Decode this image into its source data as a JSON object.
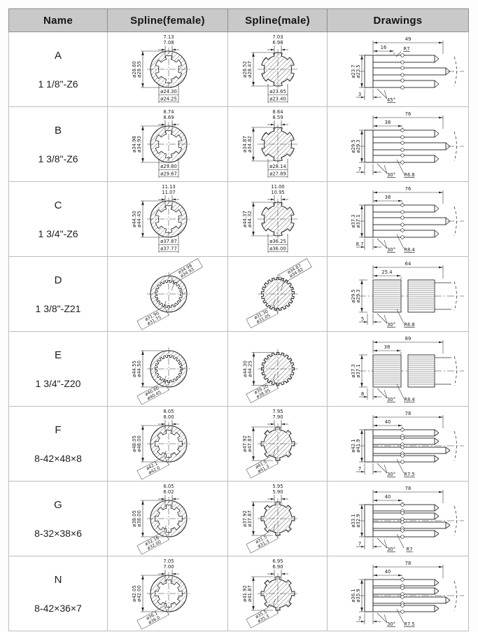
{
  "table": {
    "headers": [
      {
        "label": "Name"
      },
      {
        "label": "Spline(female)"
      },
      {
        "label": "Spline(male)"
      },
      {
        "label": "Drawings"
      }
    ],
    "rows": [
      {
        "name": "A",
        "size": "1 1/8\"-Z6",
        "spline_type": "z6",
        "teeth": 6,
        "female": {
          "width_dim": [
            "7.13",
            "7.08"
          ],
          "outer_dia": [
            "ø28.60",
            "ø28.55"
          ],
          "outer_style": "vertical",
          "inner_dia": [
            "ø24.30",
            "ø24.25"
          ],
          "inner_style": "boxed"
        },
        "male": {
          "width_dim": [
            "7.03",
            "6.98"
          ],
          "outer_dia": [
            "ø28.52",
            "ø28.47"
          ],
          "outer_style": "vertical",
          "inner_dia": [
            "ø23.65",
            "ø23.40"
          ],
          "inner_style": "boxed"
        },
        "drawing": {
          "overall_len": "49",
          "spline_len": "16",
          "dia": [
            "ø23.7",
            "ø23.5"
          ],
          "end_dim": "3",
          "angle": "45°",
          "radius": "R7",
          "radius_pos": "top",
          "style": "coarse"
        }
      },
      {
        "name": "B",
        "size": "1 3/8\"-Z6",
        "spline_type": "z6",
        "teeth": 6,
        "female": {
          "width_dim": [
            "8.74",
            "8.69"
          ],
          "outer_dia": [
            "ø34.98",
            "ø34.93"
          ],
          "outer_style": "vertical",
          "inner_dia": [
            "ø29.80",
            "ø29.67"
          ],
          "inner_style": "boxed"
        },
        "male": {
          "width_dim": [
            "8.64",
            "8.59"
          ],
          "outer_dia": [
            "ø34.87",
            "ø34.82"
          ],
          "outer_style": "vertical",
          "inner_dia": [
            "ø28.14",
            "ø27.89"
          ],
          "inner_style": "boxed"
        },
        "drawing": {
          "overall_len": "76",
          "spline_len": "38",
          "dia": [
            "ø29.5",
            "ø29.3"
          ],
          "end_dim": "7",
          "angle": "30°",
          "radius": "R6.8",
          "radius_pos": "bottom",
          "style": "coarse"
        }
      },
      {
        "name": "C",
        "size": "1 3/4\"-Z6",
        "spline_type": "z6",
        "teeth": 6,
        "female": {
          "width_dim": [
            "11.13",
            "11.07"
          ],
          "outer_dia": [
            "ø44.50",
            "ø44.45"
          ],
          "outer_style": "vertical",
          "inner_dia": [
            "ø37.87",
            "ø37.77"
          ],
          "inner_style": "boxed"
        },
        "male": {
          "width_dim": [
            "11.00",
            "10.95"
          ],
          "outer_dia": [
            "ø44.37",
            "ø44.32"
          ],
          "outer_style": "vertical",
          "inner_dia": [
            "ø36.25",
            "ø36.00"
          ],
          "inner_style": "boxed"
        },
        "drawing": {
          "overall_len": "76",
          "spline_len": "38",
          "dia": [
            "ø37.3",
            "ø37.1"
          ],
          "end_dim": "8.7",
          "angle": "30°",
          "radius": "R8.4",
          "radius_pos": "bottom",
          "style": "coarse"
        }
      },
      {
        "name": "D",
        "size": "1 3/8\"-Z21",
        "spline_type": "fine",
        "teeth": 21,
        "female": {
          "width_dim": null,
          "outer_dia": [
            "ø34.98",
            "ø34.93"
          ],
          "outer_style": "diagonal",
          "inner_dia": [
            "ø31.90",
            "ø31.75"
          ],
          "inner_style": "diagonal"
        },
        "male": {
          "width_dim": null,
          "outer_dia": [
            "ø34.87",
            "ø34.82"
          ],
          "outer_style": "diagonal",
          "inner_dia": [
            "ø31.30",
            "ø31.05"
          ],
          "inner_style": "diagonal"
        },
        "drawing": {
          "overall_len": "64",
          "spline_len": "25.4",
          "dia": [
            "ø29.5",
            "ø29.3"
          ],
          "end_dim": "5",
          "angle": "30°",
          "radius": "R6.8",
          "radius_pos": "bottom",
          "style": "fine"
        }
      },
      {
        "name": "E",
        "size": "1 3/4\"-Z20",
        "spline_type": "fine",
        "teeth": 20,
        "female": {
          "width_dim": null,
          "outer_dia": [
            "ø44.55",
            "ø44.50"
          ],
          "outer_style": "vertical",
          "inner_dia": [
            "ø40.60",
            "ø40.45"
          ],
          "inner_style": "diagonal"
        },
        "male": {
          "width_dim": null,
          "outer_dia": [
            "ø44.30",
            "ø44.25"
          ],
          "outer_style": "vertical",
          "inner_dia": [
            "ø39.20",
            "ø38.95"
          ],
          "inner_style": "diagonal"
        },
        "drawing": {
          "overall_len": "89",
          "spline_len": "38",
          "dia": [
            "ø37.3",
            "ø37.1"
          ],
          "end_dim": "8",
          "angle": "30°",
          "radius": "R8.4",
          "radius_pos": "bottom",
          "style": "fine"
        }
      },
      {
        "name": "F",
        "size": "8-42×48×8",
        "spline_type": "z8",
        "teeth": 8,
        "female": {
          "width_dim": [
            "8.05",
            "8.00"
          ],
          "outer_dia": [
            "ø48.05",
            "ø48.00"
          ],
          "outer_style": "vertical",
          "inner_dia": [
            "ø42.1",
            "ø42.0"
          ],
          "inner_style": "diagonal"
        },
        "male": {
          "width_dim": [
            "7.95",
            "7.90"
          ],
          "outer_dia": [
            "ø47.92",
            "ø47.87"
          ],
          "outer_style": "vertical",
          "inner_dia": [
            "ø41.5",
            "ø41.3"
          ],
          "inner_style": "diagonal"
        },
        "drawing": {
          "overall_len": "78",
          "spline_len": "40",
          "dia": [
            "ø42.1",
            "ø41.9"
          ],
          "end_dim": "7",
          "angle": "30°",
          "radius": "R7.5",
          "radius_pos": "bottom",
          "style": "coarse"
        }
      },
      {
        "name": "G",
        "size": "8-32×38×6",
        "spline_type": "z8",
        "teeth": 8,
        "female": {
          "width_dim": [
            "6.05",
            "6.02"
          ],
          "outer_dia": [
            "ø38.05",
            "ø38.00"
          ],
          "outer_style": "vertical",
          "inner_dia": [
            "ø32.16",
            "ø32.00"
          ],
          "inner_style": "diagonal"
        },
        "male": {
          "width_dim": [
            "5.95",
            "5.90"
          ],
          "outer_dia": [
            "ø37.92",
            "ø37.87"
          ],
          "outer_style": "vertical",
          "inner_dia": [
            "ø31.5",
            "ø31.3"
          ],
          "inner_style": "diagonal"
        },
        "drawing": {
          "overall_len": "78",
          "spline_len": "40",
          "dia": [
            "ø33.1",
            "ø32.9"
          ],
          "end_dim": "7",
          "angle": "30°",
          "radius": "R7",
          "radius_pos": "bottom",
          "style": "coarse"
        }
      },
      {
        "name": "N",
        "size": "8-42×36×7",
        "spline_type": "z8",
        "teeth": 8,
        "female": {
          "width_dim": [
            "7.05",
            "7.00"
          ],
          "outer_dia": [
            "ø42.05",
            "ø42.00"
          ],
          "outer_style": "vertical",
          "inner_dia": [
            "ø36.1",
            "ø36.0"
          ],
          "inner_style": "diagonal"
        },
        "male": {
          "width_dim": [
            "6.95",
            "6.90"
          ],
          "outer_dia": [
            "ø41.92",
            "ø41.87"
          ],
          "outer_style": "vertical",
          "inner_dia": [
            "ø35.5",
            "ø35.3"
          ],
          "inner_style": "diagonal"
        },
        "drawing": {
          "overall_len": "78",
          "spline_len": "40",
          "dia": [
            "ø36.1",
            "ø35.9"
          ],
          "end_dim": "7",
          "angle": "30°",
          "radius": "R7.5",
          "radius_pos": "bottom",
          "style": "coarse"
        }
      }
    ]
  },
  "colors": {
    "header_bg": "#c9c9c9",
    "border": "#bdbdbd",
    "line": "#222222"
  },
  "diameter_symbol": "ø"
}
